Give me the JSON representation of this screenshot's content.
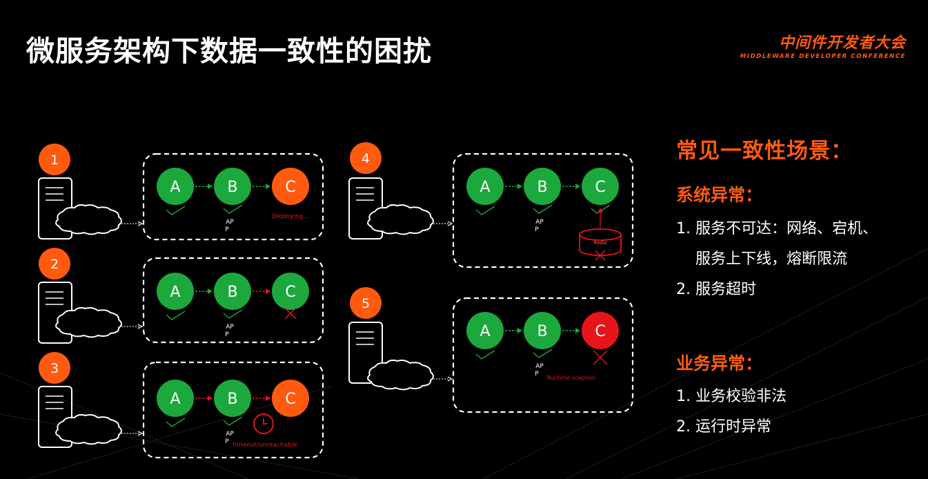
{
  "title": "微服务架构下数据一致性的困扰",
  "logo": {
    "cn": "中间件开发者大会",
    "en": "MIDDLEWARE DEVELOPER CONFERENCE"
  },
  "colors": {
    "accent": "#ff5a0f",
    "green": "#1ca83c",
    "red": "#e8141c",
    "orange": "#ff5a0f",
    "dash": "#ffffff"
  },
  "scenarios": [
    {
      "number": "1",
      "nodes": [
        "A",
        "B",
        "C"
      ],
      "node_states": [
        "ok",
        "ok",
        "deploying"
      ],
      "arrows": [
        "green",
        "green"
      ],
      "ap": [
        "AP",
        "P"
      ],
      "status": "Deploying..."
    },
    {
      "number": "2",
      "nodes": [
        "A",
        "B",
        "C"
      ],
      "node_states": [
        "ok",
        "ok",
        "fail"
      ],
      "arrows": [
        "green",
        "red"
      ],
      "ap": [
        "AP",
        "P"
      ],
      "status": ""
    },
    {
      "number": "3",
      "nodes": [
        "A",
        "B",
        "C"
      ],
      "node_states": [
        "ok",
        "ok",
        "timeout"
      ],
      "arrows": [
        "red",
        "red"
      ],
      "ap": [
        "AP",
        "P"
      ],
      "status": "timeout/unreachable"
    },
    {
      "number": "4",
      "nodes": [
        "A",
        "B",
        "C"
      ],
      "node_states": [
        "ok",
        "ok",
        "ok-db"
      ],
      "arrows": [
        "green",
        "green"
      ],
      "ap": [
        "AP",
        "P"
      ],
      "status": "",
      "db_label": "Redis"
    },
    {
      "number": "5",
      "nodes": [
        "A",
        "B",
        "C"
      ],
      "node_states": [
        "ok",
        "ok",
        "error"
      ],
      "arrows": [
        "green",
        "green"
      ],
      "ap": [
        "AP",
        "P"
      ],
      "status": "Runtime xception"
    }
  ],
  "right": {
    "heading": "常见一致性场景：",
    "section1": {
      "title": "系统异常：",
      "items": [
        "1. 服务不可达：网络、宕机、",
        "服务上下线，熔断限流",
        "2. 服务超时"
      ]
    },
    "section2": {
      "title": "业务异常：",
      "items": [
        "1. 业务校验非法",
        "2. 运行时异常"
      ]
    }
  }
}
